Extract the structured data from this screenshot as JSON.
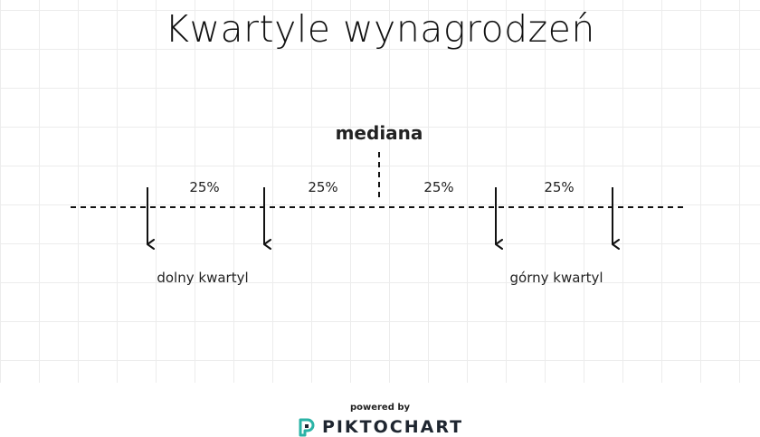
{
  "title": "Kwartyle wynagrodzeń",
  "diagram": {
    "median_label": "mediana",
    "segments": [
      "25%",
      "25%",
      "25%",
      "25%"
    ],
    "lower_quartile_label": "dolny kwartyl",
    "upper_quartile_label": "górny kwartyl"
  },
  "footer": {
    "powered_by": "powered by",
    "brand": "PIKTOCHART",
    "brand_icon": "piktochart-logo-icon",
    "brand_color": "#1f2630",
    "accent_color": "#2bb3a6"
  }
}
